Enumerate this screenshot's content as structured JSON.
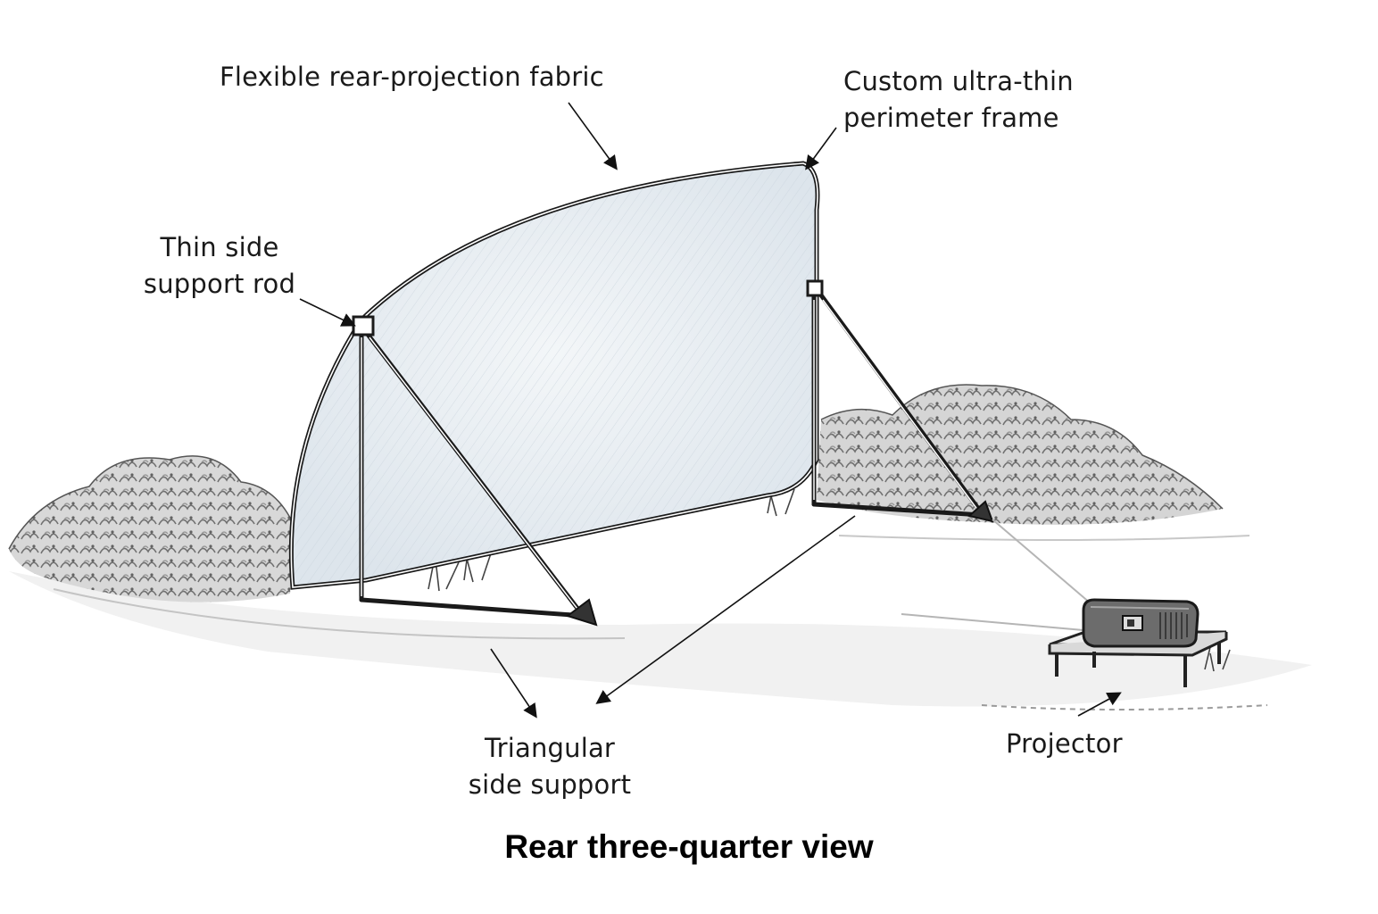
{
  "caption": "Rear three-quarter view",
  "labels": {
    "fabric": [
      "Flexible rear-projection fabric"
    ],
    "frame": [
      "Custom ultra-thin",
      "perimeter frame"
    ],
    "side_rod": [
      "Thin side",
      "support rod"
    ],
    "triangular": [
      "Triangular",
      "side support"
    ],
    "projector": [
      "Projector"
    ]
  },
  "colors": {
    "ink": "#1a1a1a",
    "fabric": "#e7edf2",
    "foliage": "#6f6f6f",
    "ground": "#b9b9b9"
  }
}
